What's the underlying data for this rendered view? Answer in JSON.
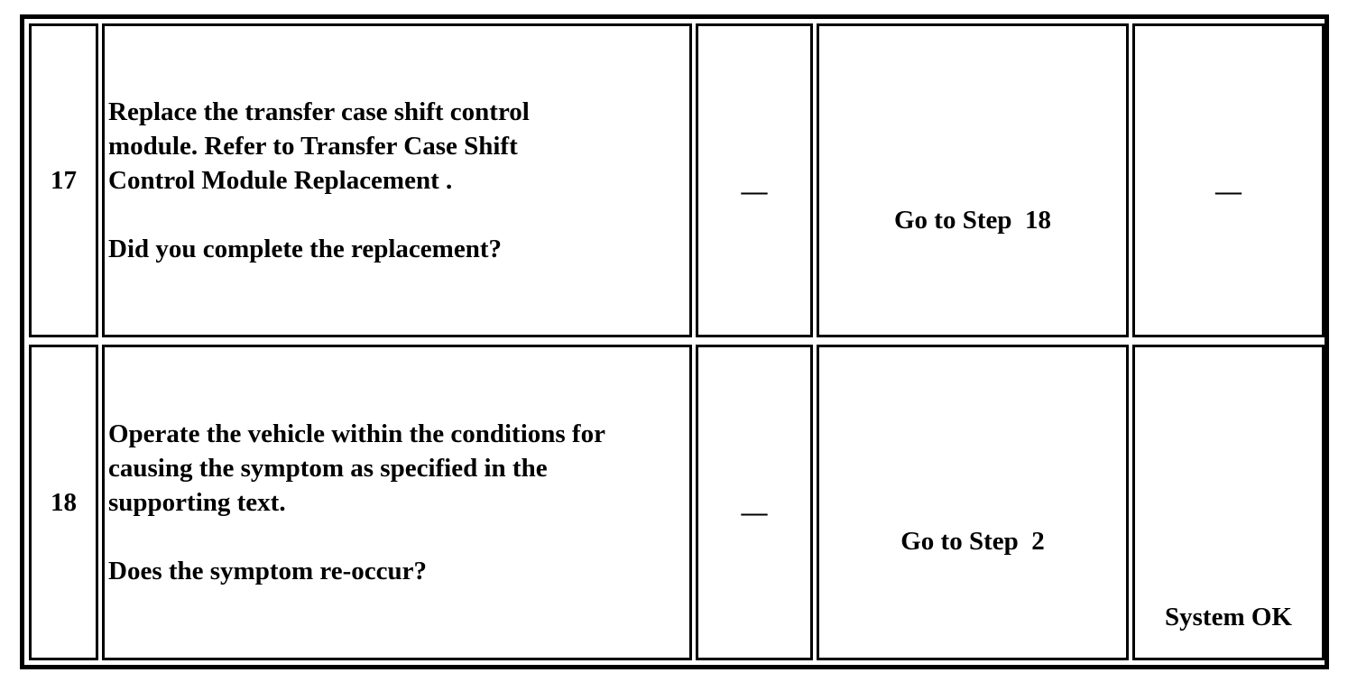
{
  "rows": [
    {
      "step": "17",
      "action_lines": [
        "Replace the transfer case shift control",
        "module. Refer to Transfer Case Shift",
        "Control Module Replacement ."
      ],
      "question": "Did you complete the replacement?",
      "value": "—",
      "yes": "Go to Step  18",
      "no": "—"
    },
    {
      "step": "18",
      "action_lines": [
        "Operate the vehicle within the conditions for",
        "causing the symptom as specified in the",
        "supporting text."
      ],
      "question": "Does the symptom re-occur?",
      "value": "—",
      "yes": "Go to Step  2",
      "no": "System OK"
    }
  ]
}
